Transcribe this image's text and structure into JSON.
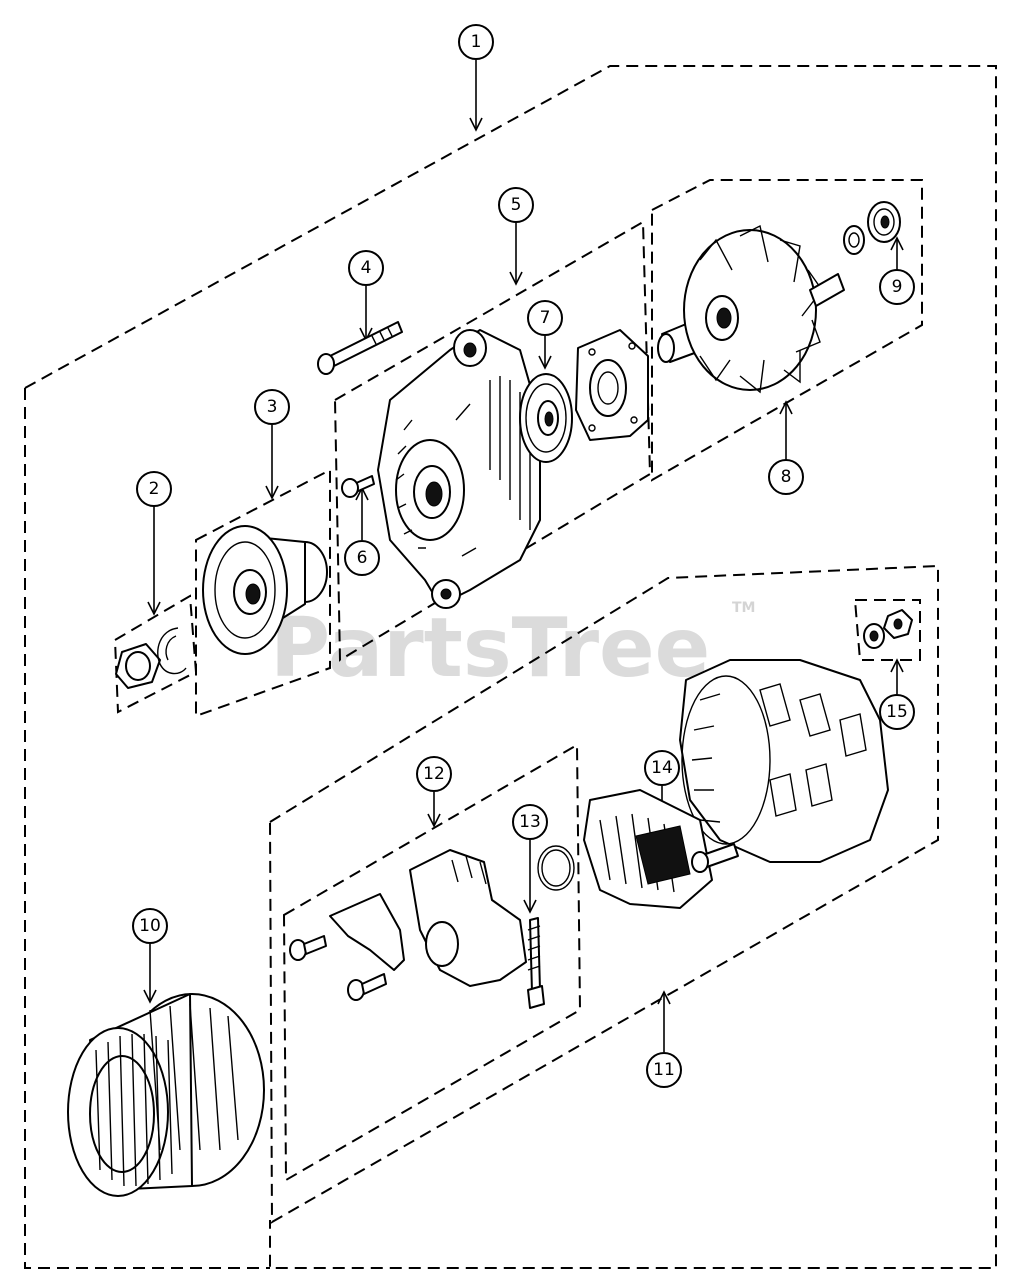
{
  "callouts": [
    "1",
    "2",
    "3",
    "4",
    "5",
    "6",
    "7",
    "8",
    "9",
    "10",
    "11",
    "12",
    "13",
    "14",
    "15"
  ],
  "watermark": {
    "text": "PartsTree",
    "tm": "TM"
  }
}
